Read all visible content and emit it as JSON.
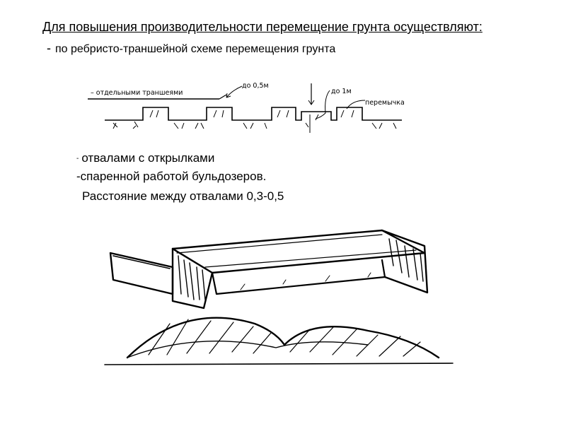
{
  "slide": {
    "title": "Для повышения производительности перемещение грунта осуществляют:",
    "subtitle_dash": "-",
    "subtitle": "по ребристо-траншейной схеме перемещения грунта",
    "scheme": {
      "label_trenches": "– отдельными траншеями",
      "label_width": "до 0,5м",
      "label_depth": "до 1м",
      "label_bridge": "перемычка"
    },
    "item1_dash": "-",
    "item1": "отвалами с открылками",
    "item2": "-спаренной работой бульдозеров.",
    "item3": "Расстояние между отвалами 0,3-0,5"
  }
}
